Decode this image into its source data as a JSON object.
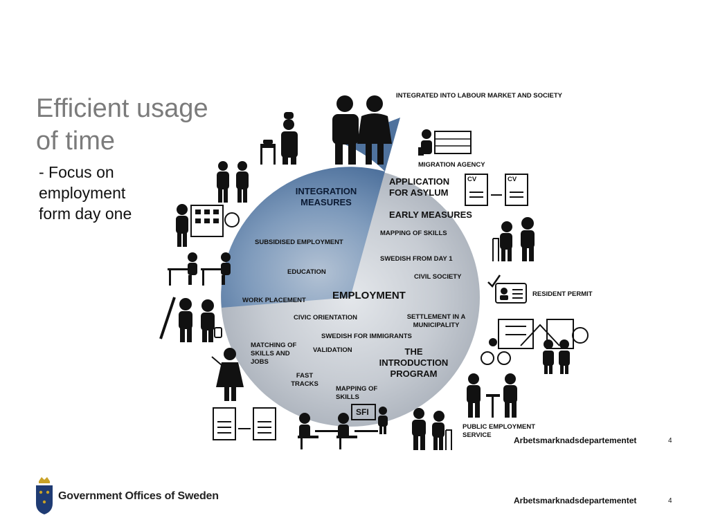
{
  "slide": {
    "title": "Efficient usage\nof time",
    "subtitle": "- Focus on\nemployment\nform day one",
    "department": "Arbetsmarknadsdepartementet",
    "page_number": "4",
    "organization": "Government Offices of Sweden"
  },
  "diagram": {
    "top_label": "INTEGRATED INTO LABOUR MARKET AND SOCIETY",
    "center_label": "EMPLOYMENT",
    "blue_sector": {
      "title": "INTEGRATION\nMEASURES",
      "color": "#5a7da6"
    },
    "grey_color": "#b5bcc5",
    "outer_labels": {
      "migration_agency": "MIGRATION AGENCY",
      "resident_permit": "RESIDENT PERMIT",
      "public_employment_service": "PUBLIC EMPLOYMENT\nSERVICE",
      "cv": "CV",
      "sfi": "SFI"
    },
    "asylum_phase": {
      "application": "APPLICATION\nFOR ASYLUM",
      "early_measures": "EARLY MEASURES",
      "mapping_of_skills": "MAPPING OF SKILLS",
      "swedish_from_day_1": "SWEDISH FROM DAY 1",
      "civil_society": "CIVIL SOCIETY"
    },
    "introduction_phase": {
      "settlement": "SETTLEMENT IN A\nMUNICIPALITY",
      "swedish_for_immigrants": "SWEDISH FOR IMMIGRANTS",
      "program": "THE\nINTRODUCTION\nPROGRAM",
      "validation": "VALIDATION",
      "matching": "MATCHING OF\nSKILLS AND\nJOBS",
      "fast_tracks": "FAST\nTRACKS",
      "mapping_of_skills": "MAPPING OF\nSKILLS",
      "civic_orientation": "CIVIC ORIENTATION"
    },
    "integration_measures": {
      "subsidised_employment": "SUBSIDISED EMPLOYMENT",
      "education": "EDUCATION",
      "work_placement": "WORK PLACEMENT"
    }
  }
}
